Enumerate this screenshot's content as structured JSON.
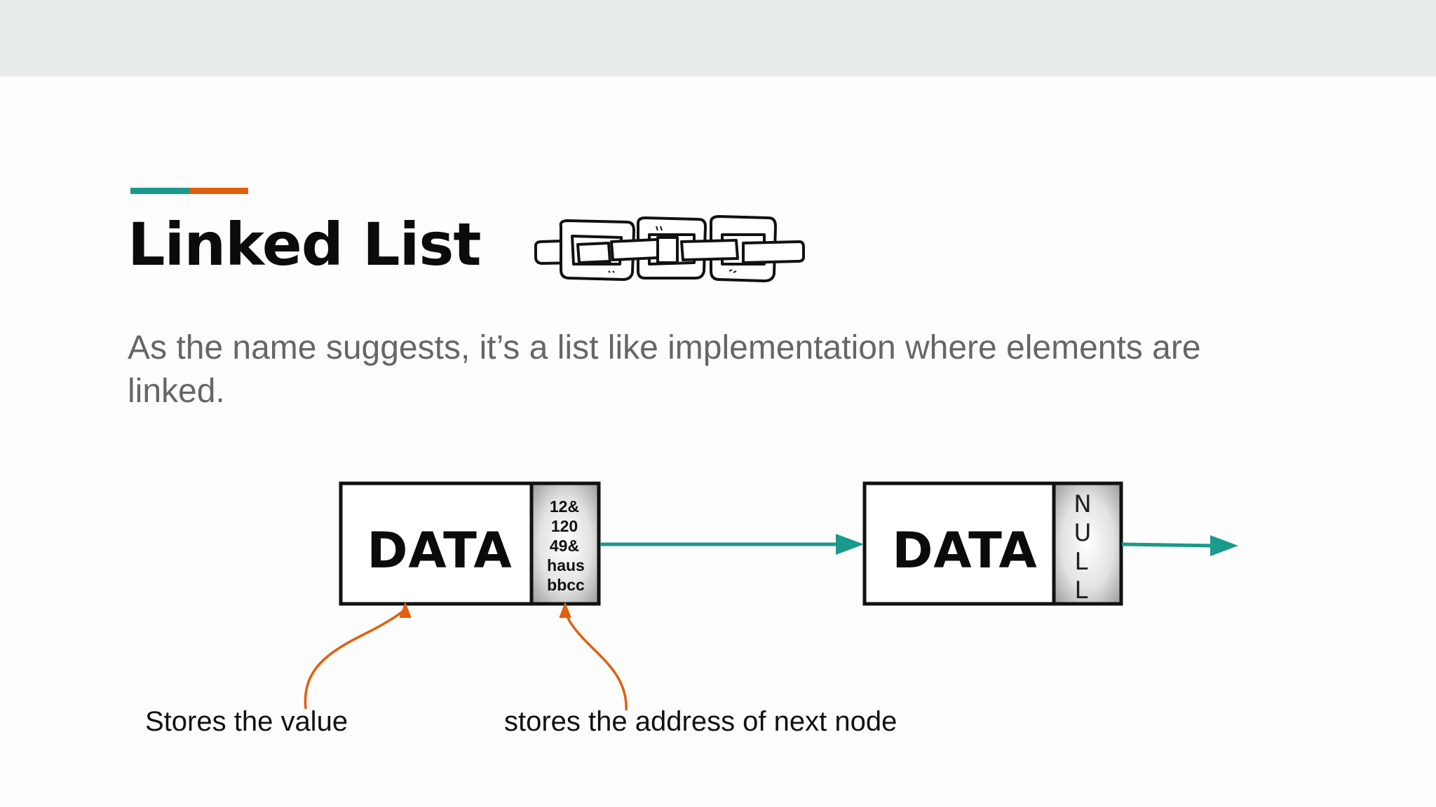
{
  "slide": {
    "title": "Linked List",
    "subtitle": "As the name suggests, it’s a list like implementation where elements are linked.",
    "accent_colors": {
      "teal": "#1a9a8a",
      "orange": "#e0600f"
    },
    "background_band_color": "#e8edec"
  },
  "icons": {
    "chain": "chain-links-icon"
  },
  "diagram": {
    "nodes": [
      {
        "data_label": "DATA",
        "pointer_lines": [
          "12&",
          "120",
          "49&",
          "haus",
          "bbcc"
        ]
      },
      {
        "data_label": "DATA",
        "pointer_lines": [
          "N",
          "U",
          "L",
          "L"
        ]
      }
    ],
    "arrow_color": "#1a9a8a",
    "callout_color": "#e0600f",
    "captions": {
      "value": "Stores the value",
      "address": "stores the address of next node"
    }
  }
}
